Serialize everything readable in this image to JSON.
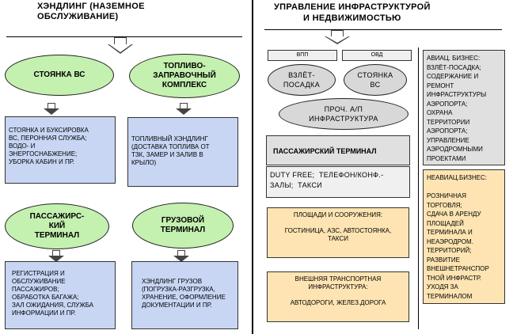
{
  "left": {
    "title": "ХЭНДЛИНГ (НАЗЕМНОЕ\nОБСЛУЖИВАНИЕ)",
    "aircraft_parking": "СТОЯНКА ВС",
    "fuel_complex": "ТОПЛИВО-\nЗАПРАВОЧНЫЙ\nКОМПЛЕКС",
    "parking_box": "СТОЯНКА И БУКСИРОВКА\nВС, ПЕРОННАЯ СЛУЖБА;\nВОДО- И\nЭНЕРГОСНАБЖЕНИЕ;\nУБОРКА КАБИН И ПР.",
    "fuel_box": "ТОПЛИВНЫЙ ХЭНДЛИНГ\n(ДОСТАВКА ТОПЛИВА ОТ\nТЗК, ЗАМЕР И ЗАЛИВ В\nКРЫЛО)",
    "passenger_terminal": "ПАССАЖИРС-\nКИЙ\nТЕРМИНАЛ",
    "cargo_terminal": "ГРУЗОВОЙ\nТЕРМИНАЛ",
    "passenger_box": "РЕГИСТРАЦИЯ И\nОБСЛУЖИВАНИЕ\nПАССАЖИРОВ;\nОБРАБОТКА БАГАЖА;\nЗАЛ ОЖИДАНИЯ, СЛУЖБА\nИНФОРМАЦИИ И ПР.",
    "cargo_box": "ХЭНДЛИНГ ГРУЗОВ\n(ПОГРУЗКА-РАЗГРУЗКА,\nХРАНЕНИЕ, ОФОРМЛЕНИЕ\nДОКУМЕНТАЦИИ И ПР."
  },
  "right": {
    "title": "УПРАВЛЕНИЕ ИНФРАСТРУКТУРОЙ\nИ НЕДВИЖИМОСТЬЮ",
    "vpp": "ВПП",
    "ovd": "ОВД",
    "takeoff": "ВЗЛЁТ-\nПОСАДКА",
    "parking": "СТОЯНКА\nВС",
    "other_infra": "ПРОЧ. А/П\nИНФРАСТРУКТУРА",
    "passenger_terminal": "ПАССАЖИРСКИЙ ТЕРМИНАЛ",
    "duty_free": "DUTY FREE;  ТЕЛЕФОН/КОНФ.-\nЗАЛЫ;  ТАКСИ",
    "facilities": "ПЛОЩАДИ И СООРУЖЕНИЯ:\n\nГОСТИНИЦА, АЗС, АВТОСТОЯНКА,\nТАКСИ",
    "transport": "ВНЕШНЯЯ ТРАНСПОРТНАЯ\nИНФРАСТРУКТУРА:\n\nАВТОДОРОГИ, ЖЕЛЕЗ.ДОРОГА",
    "aviation_business": "АВИАЦ. БИЗНЕС:\nВЗЛЁТ-ПОСАДКА;\nСОДЕРЖАНИЕ И\nРЕМОНТ\nИНФРАСТРУКТУРЫ\nАЭРОПОРТА;\nОХРАНА\nТЕРРИТОРИИ\nАЭРОПОРТА;\nУПРАВЛЕНИЕ\nАЭРОДРОМНЫМИ\nПРОЕКТАМИ",
    "non_aviation_business": "НЕАВИАЦ.БИЗНЕС:\n\nРОЗНИЧНАЯ\nТОРГОВЛЯ;\nСДАЧА В АРЕНДУ\nПЛОЩАДЕЙ\nТЕРМИНАЛА И\nНЕАЭРОДРОМ.\nТЕРРИТОРИЙ;\nРАЗВИТИЕ\nВНЕШНЕТРАНСПОР\nТНОЙ ИНФРАСТР.\nУХОДЯ ЗА\nТЕРМИНАЛОМ"
  },
  "colors": {
    "green_ellipse": "#c4f0b0",
    "blue_box": "#c8d6f4",
    "yellow_box": "#fde4b2",
    "grey": "#e0e0e0"
  }
}
